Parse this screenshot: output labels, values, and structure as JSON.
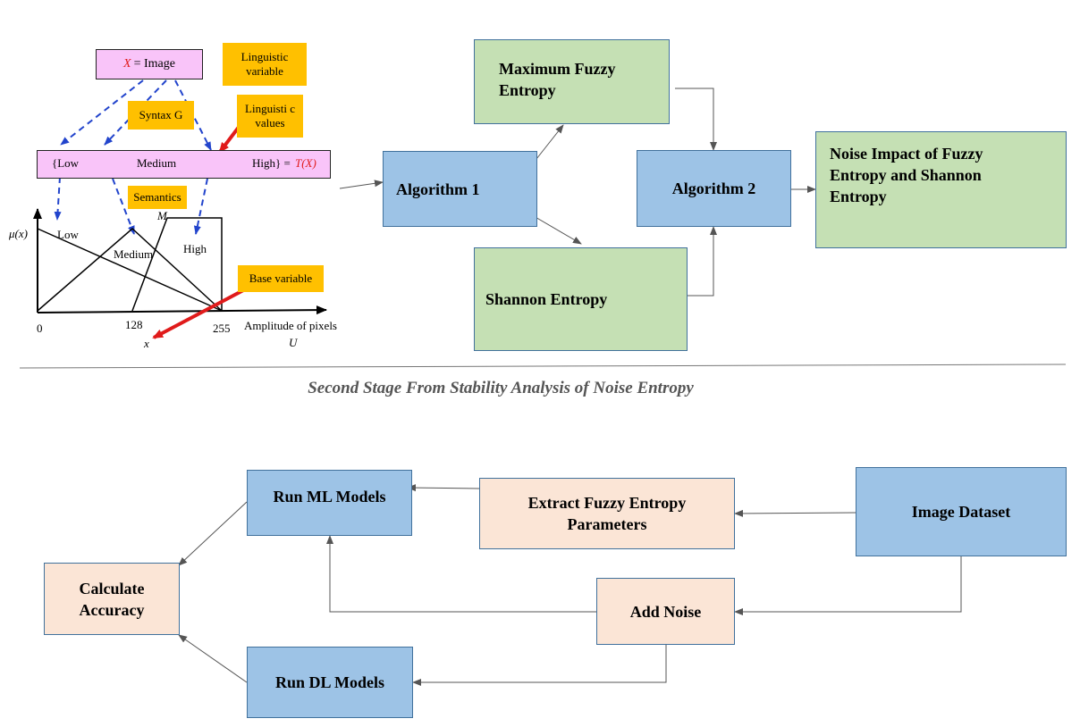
{
  "fuzzy": {
    "x_eq": "X",
    "x_image": "= Image",
    "linguistic_variable": "Linguistic variable",
    "syntax_g": "Syntax  G",
    "linguistic_values": "Linguisti c values",
    "low_term": "{Low",
    "medium_term": "Medium",
    "high_term": "High} =",
    "t_of_x": "T(X)",
    "semantics": "Semantics",
    "m_label": "M",
    "mu_x": "μ(x)",
    "curve_low": "Low",
    "curve_medium": "Medium",
    "curve_high": "High",
    "base_variable": "Base variable",
    "tick_0": "0",
    "tick_128": "128",
    "tick_255": "255",
    "axis_title": "Amplitude of pixels",
    "u_label": "U",
    "x_label": "x"
  },
  "stage1": {
    "algorithm1": "Algorithm 1",
    "max_fuzzy_entropy": "Maximum Fuzzy Entropy",
    "shannon_entropy": "Shannon Entropy",
    "algorithm2": "Algorithm 2",
    "noise_impact": "Noise Impact of Fuzzy Entropy and Shannon Entropy"
  },
  "stage_title": "Second Stage From Stability Analysis of Noise Entropy",
  "stage2": {
    "run_ml": "Run ML Models",
    "extract_params": "Extract Fuzzy Entropy Parameters",
    "image_dataset": "Image Dataset",
    "calc_accuracy": "Calculate Accuracy",
    "add_noise": "Add Noise",
    "run_dl": "Run DL Models"
  },
  "colors": {
    "blue_box": "#9dc3e6",
    "green_box": "#c5e0b4",
    "peach_box": "#fbe5d6",
    "tag": "#ffc000",
    "pink": "#f9c4f9",
    "dashed_arrow": "#2244cc",
    "red_arrow": "#e01b1b"
  }
}
